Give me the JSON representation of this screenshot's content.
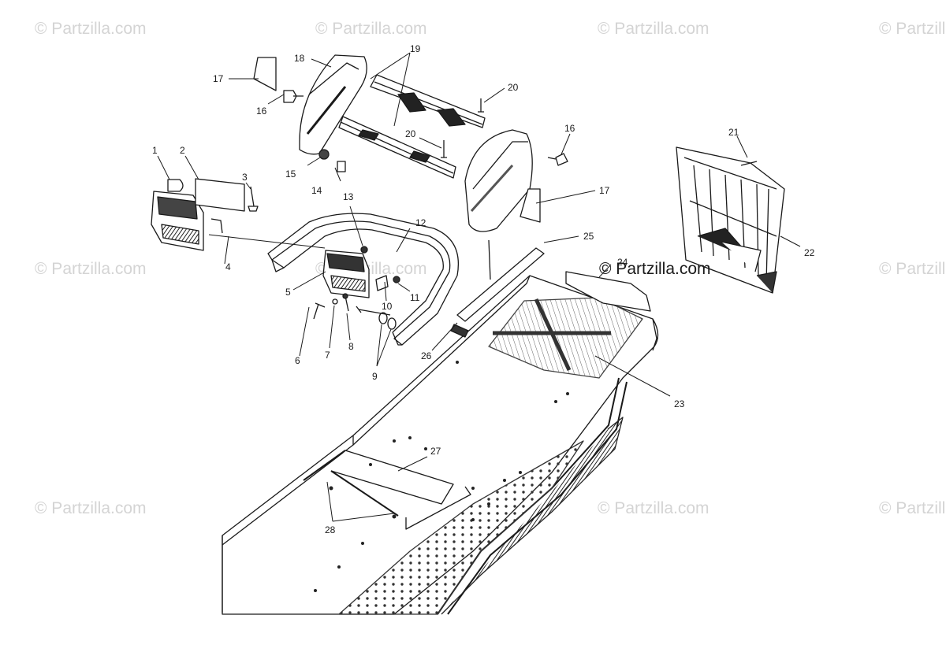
{
  "watermark": {
    "text": "© Partzilla.com",
    "center_text": "© Partzilla.com"
  },
  "callouts": {
    "c1": "1",
    "c2": "2",
    "c3": "3",
    "c4": "4",
    "c5": "5",
    "c6": "6",
    "c7": "7",
    "c8": "8",
    "c9": "9",
    "c10": "10",
    "c11": "11",
    "c12": "12",
    "c13": "13",
    "c14": "14",
    "c15": "15",
    "c16a": "16",
    "c16b": "16",
    "c17a": "17",
    "c17b": "17",
    "c18": "18",
    "c19": "19",
    "c20a": "20",
    "c20b": "20",
    "c21": "21",
    "c22": "22",
    "c23": "23",
    "c24": "24",
    "c25": "25",
    "c26": "26",
    "c27": "27",
    "c28": "28"
  }
}
